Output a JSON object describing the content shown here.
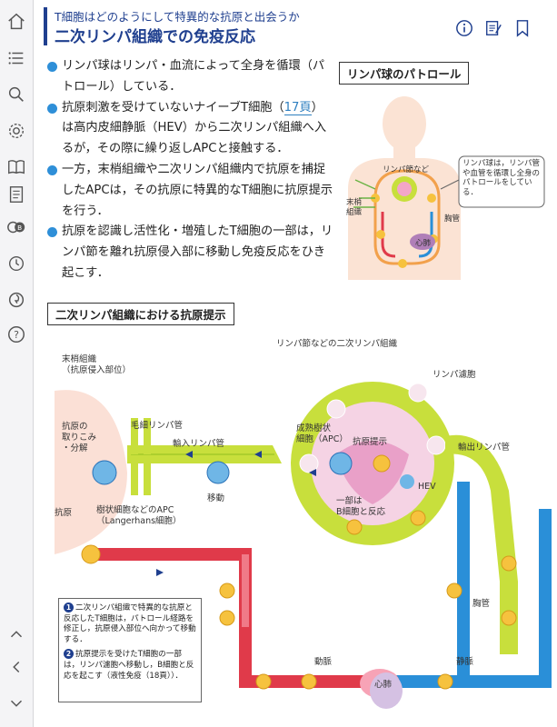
{
  "header": {
    "subtitle": "T細胞はどのようにして特異的な抗原と出会うか",
    "title": "二次リンパ組織での免疫反応"
  },
  "bullets": [
    {
      "text": "リンパ球はリンパ・血流によって全身を循環（パトロール）している．"
    },
    {
      "text_before": "抗原刺激を受けていないナイーブT細胞（",
      "ref": "17頁",
      "text_after": "）は高内皮細静脈（HEV）から二次リンパ組織へ入るが，その際に繰り返しAPCと接触する．"
    },
    {
      "text": "一方，末梢組織や二次リンパ組織内で抗原を捕捉したAPCは，その抗原に特異的なT細胞に抗原提示を行う．"
    },
    {
      "text": "抗原を認識し活性化・増殖したT細胞の一部は，リンパ節を離れ抗原侵入部に移動し免疫反応をひき起こす．"
    }
  ],
  "patrol": {
    "title": "リンパ球のパトロール",
    "node_label": "リンパ節など",
    "callout": "リンパ球は，リンパ管や血管を循環し全身のパトロールをしている．",
    "peripheral": "末梢組織",
    "duct": "胸管",
    "heart": "心肺"
  },
  "section2": {
    "title": "二次リンパ組織における抗原提示",
    "node_title": "リンパ節などの二次リンパ組織",
    "peripheral_title": "末梢組織\n（抗原侵入部位）",
    "capture": "抗原の\n取りこみ\n・分解",
    "antigen": "抗原",
    "dc": "樹状細胞などのAPC\n（Langerhans細胞）",
    "capillary": "毛細リンパ管",
    "afferent": "輸入リンパ管",
    "migration": "移動",
    "follicle": "リンパ濾胞",
    "mature_dc": "成熟樹状\n細胞（APC）",
    "presentation": "抗原提示",
    "efferent": "輸出リンパ管",
    "hev": "HEV",
    "bcell": "一部は\nB細胞と反応",
    "duct": "胸管",
    "artery": "動脈",
    "vein": "静脈",
    "heart": "心肺",
    "legend_1": "二次リンパ組織で特異的な抗原と反応したT細胞は，パトロール経路を修正し，抗原侵入部位へ向かって移動する．",
    "legend_2": "抗原提示を受けたT細胞の一部は，リンパ濾胞へ移動し，B細胞と反応を起こす（液性免疫（18頁））．"
  },
  "sidebar": [
    "home-icon",
    "list-icon",
    "search-icon",
    "gear-icon",
    "book-icon",
    "notes-icon",
    "quiz-icon",
    "history-icon",
    "sync-icon",
    "help-icon",
    "up-icon",
    "back-icon",
    "down-icon"
  ]
}
